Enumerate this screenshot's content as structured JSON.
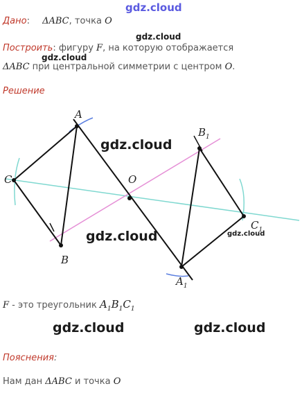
{
  "watermark_top": "gdz.cloud",
  "given": {
    "label": "Дано",
    "sep": ":",
    "triangle_sym": "Δ",
    "triangle": "ABC",
    "comma_point": ", точка",
    "point": "O"
  },
  "construct": {
    "label": "Построить",
    "text1": ": фигуру",
    "figure": "F",
    "text2": ", на которую отображается",
    "triangle_sym": "Δ",
    "triangle": "ABC",
    "text3": " при центральной симметрии с центром",
    "center": "O",
    "end": "."
  },
  "solution_label": "Решение",
  "watermarks": [
    "gdz.cloud",
    "gdz.cloud",
    "gdz.cloud",
    "gdz.cloud",
    "gdz.cloud",
    "gdz.cloud",
    "gdz.cloud"
  ],
  "diagram": {
    "labels": {
      "A": "A",
      "B": "B",
      "C": "C",
      "O": "O",
      "A1": "A",
      "B1": "B",
      "C1": "C",
      "sub1": "1"
    }
  },
  "result": {
    "figure": "F",
    "text": " - это треугольник",
    "A": "A",
    "B": "B",
    "C": "C",
    "sub": "1"
  },
  "explanation_label": "Пояснения",
  "explanation_colon": ":",
  "given2": {
    "text": "Нам дан",
    "triangle_sym": "Δ",
    "triangle": "ABC",
    "and_point": "и точка",
    "point": "O"
  },
  "colors": {
    "accent": "#c0392b",
    "cyan_line": "#7fd8d0",
    "pink_line": "#e58fd6",
    "blue_arc": "#5b7fe0"
  }
}
